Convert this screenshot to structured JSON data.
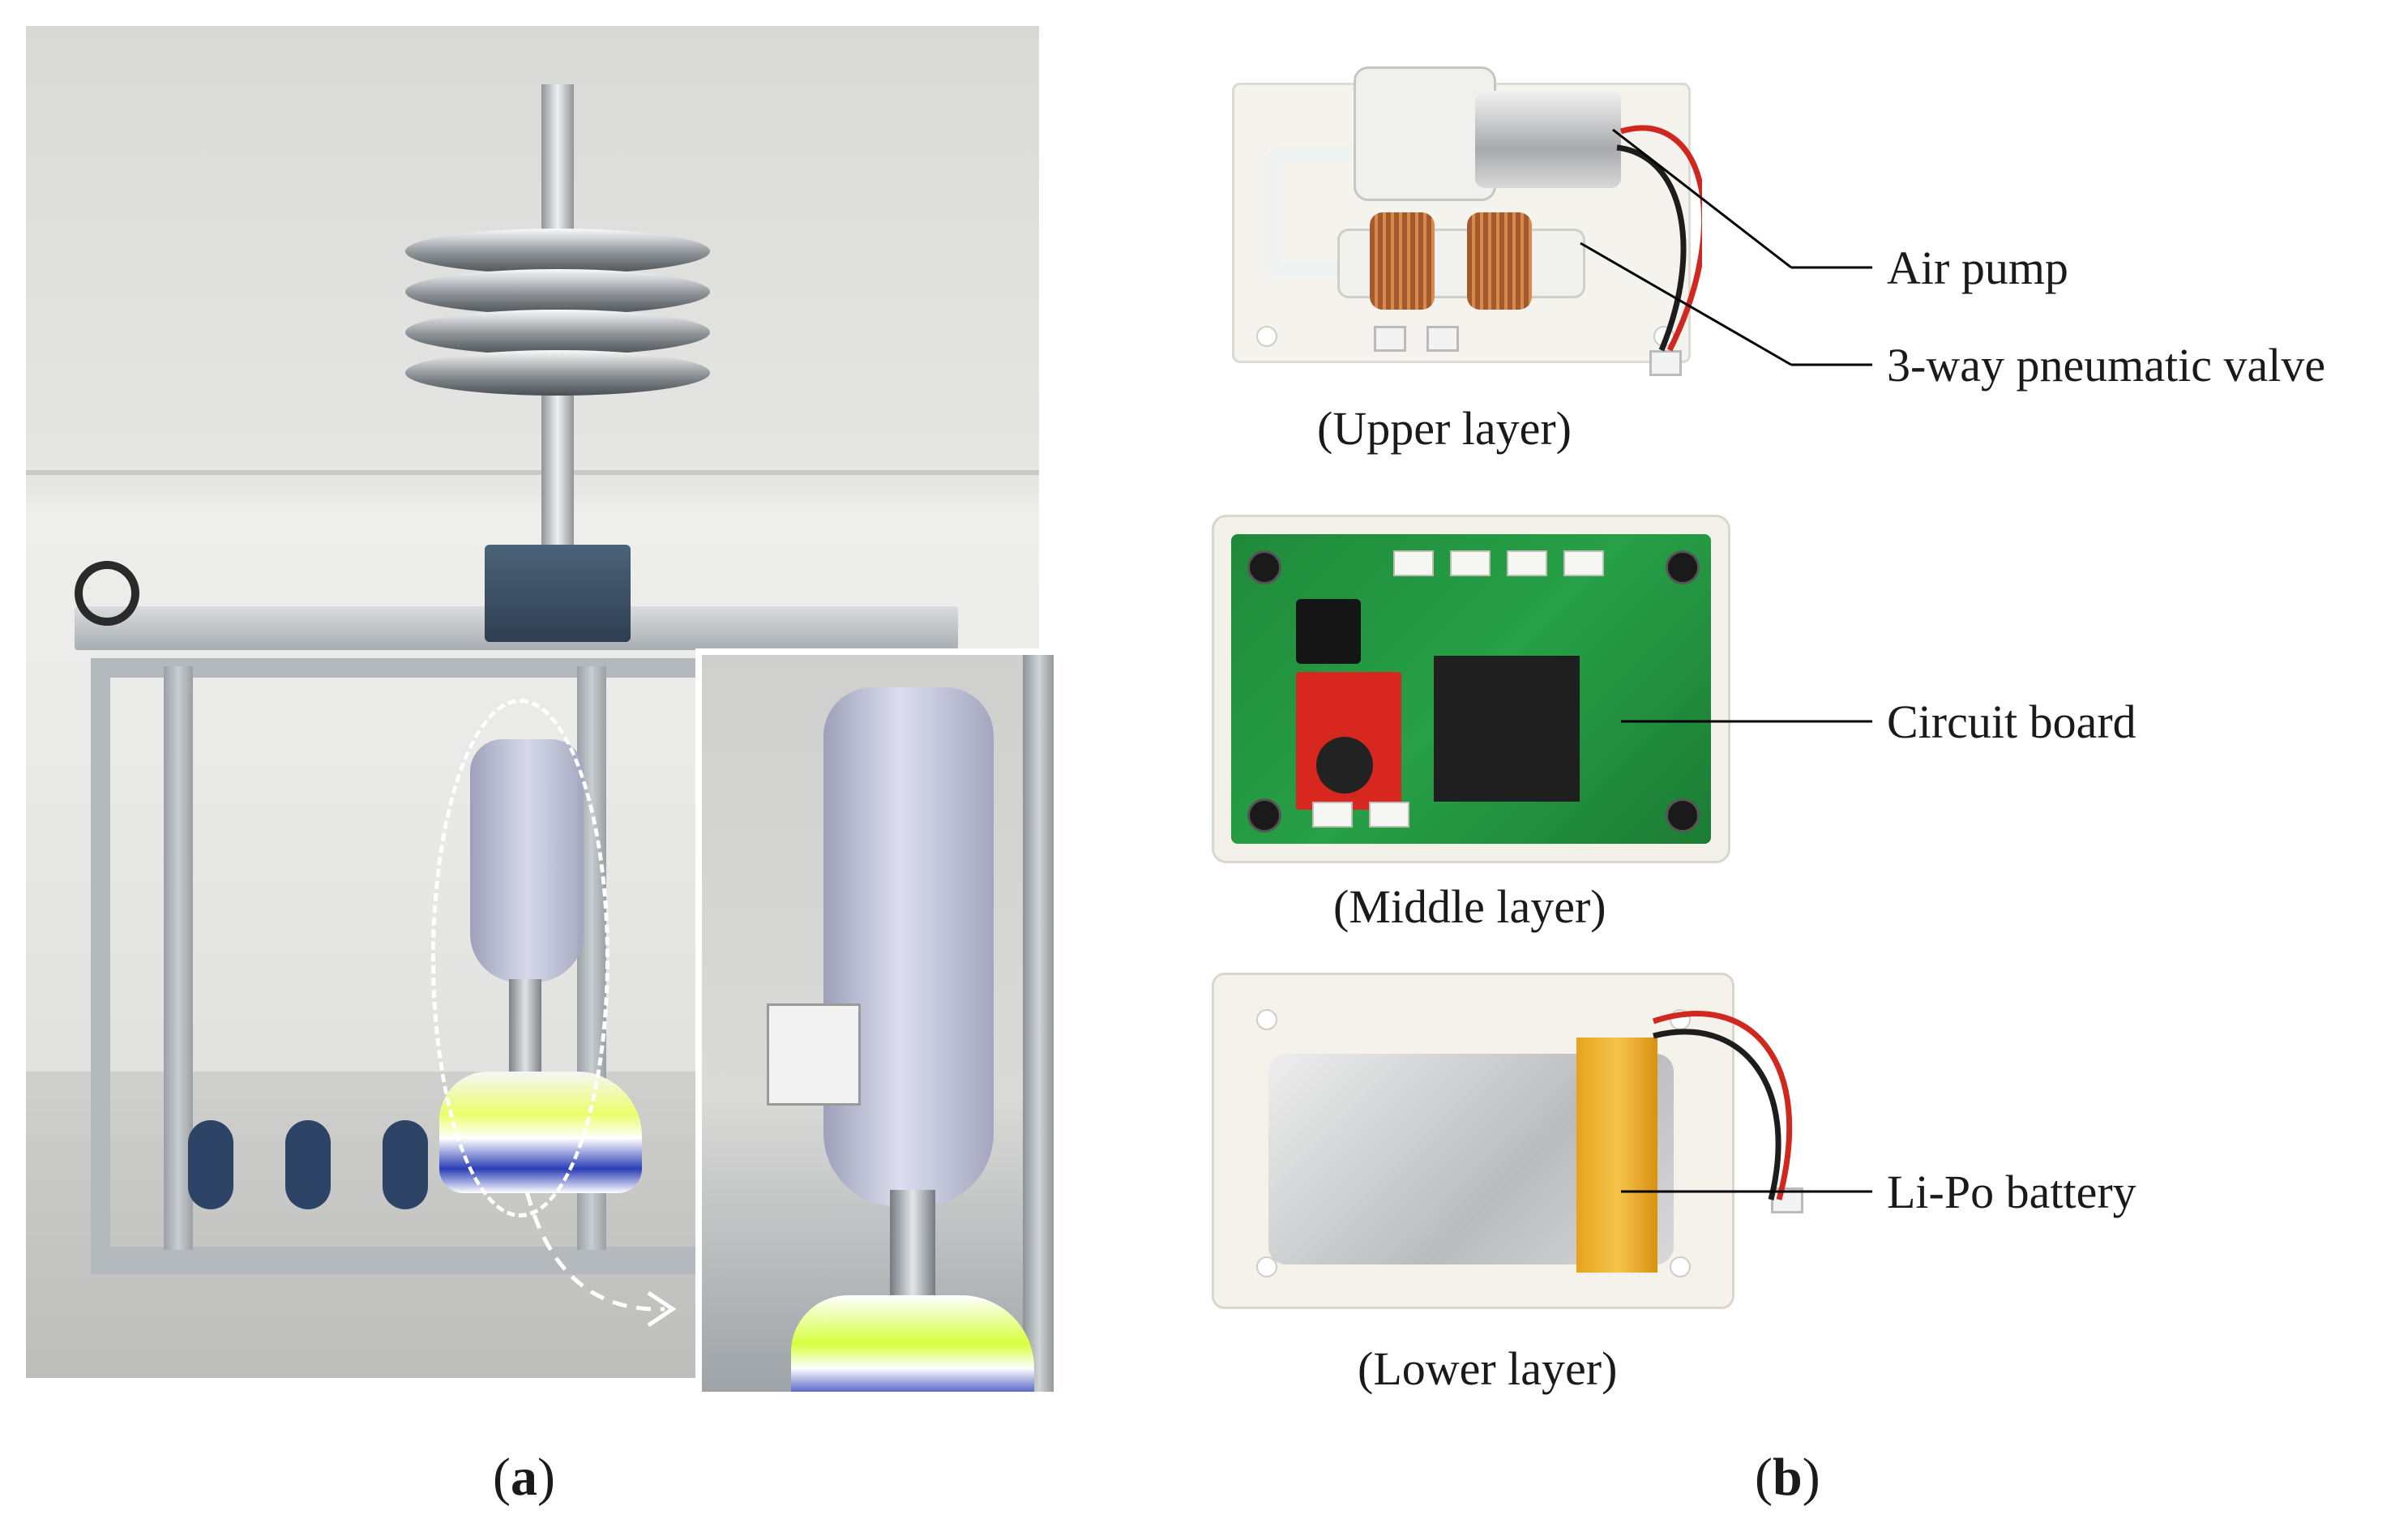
{
  "panel_a": {
    "label_open": "(",
    "label_letter": "a",
    "label_close": ")"
  },
  "panel_b": {
    "label_open": "(",
    "label_letter": "b",
    "label_close": ")",
    "layers": [
      {
        "caption": "(Upper layer)"
      },
      {
        "caption": "(Middle layer)"
      },
      {
        "caption": "(Lower layer)"
      }
    ],
    "callouts": {
      "air_pump": "Air pump",
      "valve": "3-way pneumatic valve",
      "circuit_board": "Circuit board",
      "battery": "Li-Po battery"
    }
  },
  "colors": {
    "wire_red": "#d0271e",
    "pcb_green": "#27a047",
    "kapton_yellow": "#f6c44a",
    "shoe_accent": "#2b3fb6"
  }
}
